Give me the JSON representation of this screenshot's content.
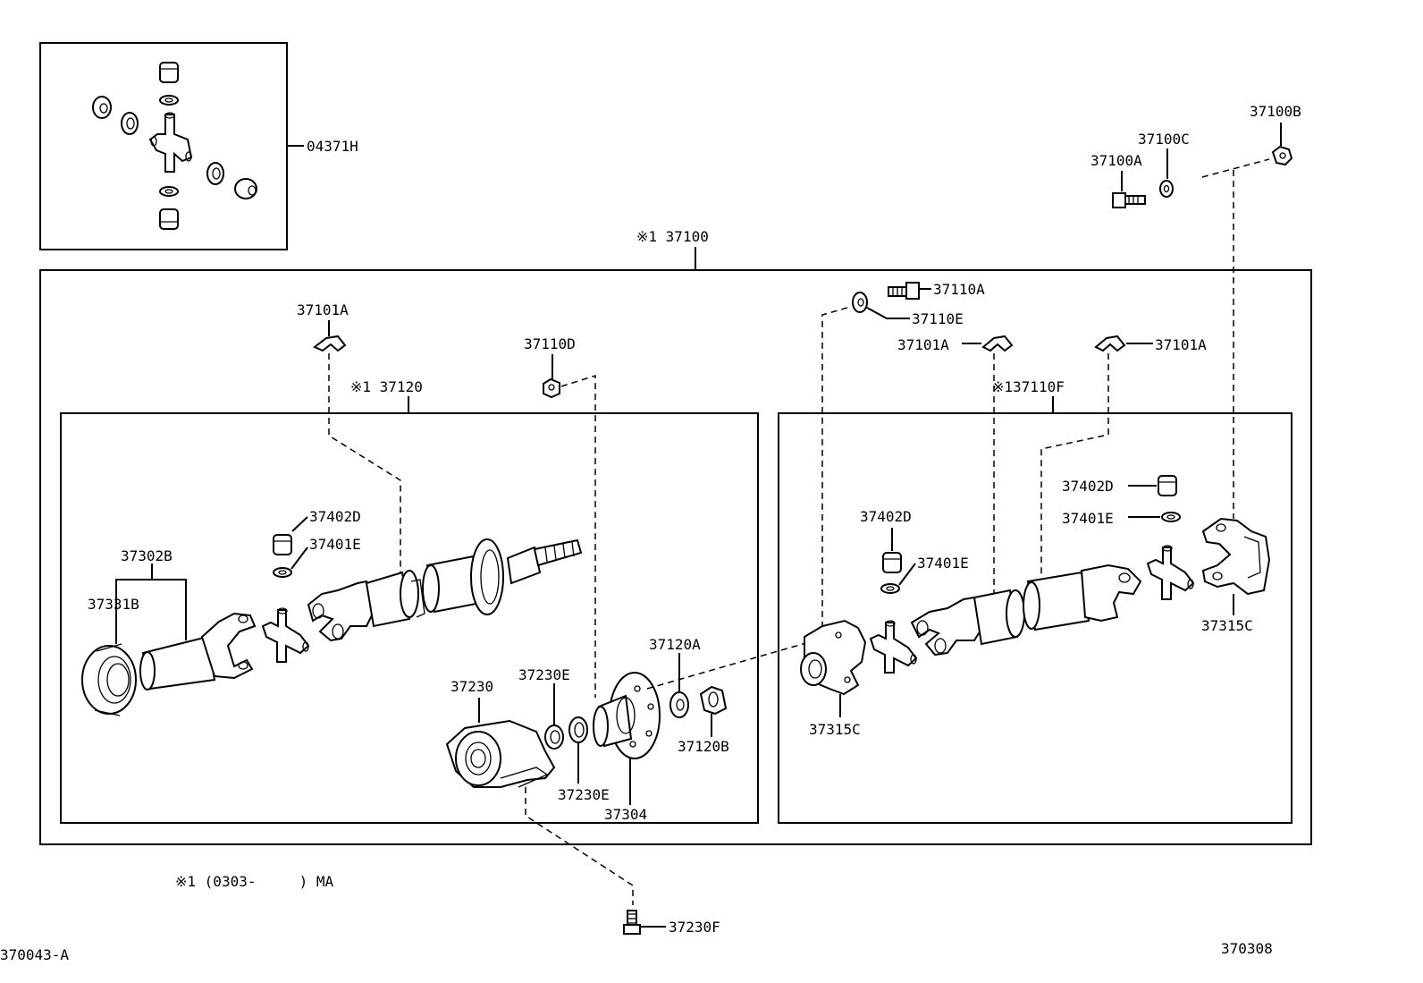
{
  "diagram": {
    "labels": {
      "l04371H": "04371H",
      "l137100": "※1 37100",
      "l37100A": "37100A",
      "l37100B": "37100B",
      "l37100C": "37100C",
      "l37101A_left": "37101A",
      "l37110D": "37110D",
      "l137120": "※1 37120",
      "l37110A": "37110A",
      "l37110E": "37110E",
      "l37101A_mid": "37101A",
      "l37101A_right": "37101A",
      "l137110F": "※137110F",
      "l37302B": "37302B",
      "l37331B": "37331B",
      "l37402D_left": "37402D",
      "l37401E_left": "37401E",
      "l37230": "37230",
      "l37230E_top": "37230E",
      "l37230E_bot": "37230E",
      "l37304": "37304",
      "l37120A": "37120A",
      "l37120B": "37120B",
      "l37315C_mid": "37315C",
      "l37402D_mid": "37402D",
      "l37401E_mid": "37401E",
      "l37402D_right": "37402D",
      "l37401E_right": "37401E",
      "l37315C_right": "37315C",
      "l37230F": "37230F",
      "footnote": "※1 (0303-     ) MA",
      "fig_left": "370043-A",
      "fig_right": "370308"
    }
  }
}
